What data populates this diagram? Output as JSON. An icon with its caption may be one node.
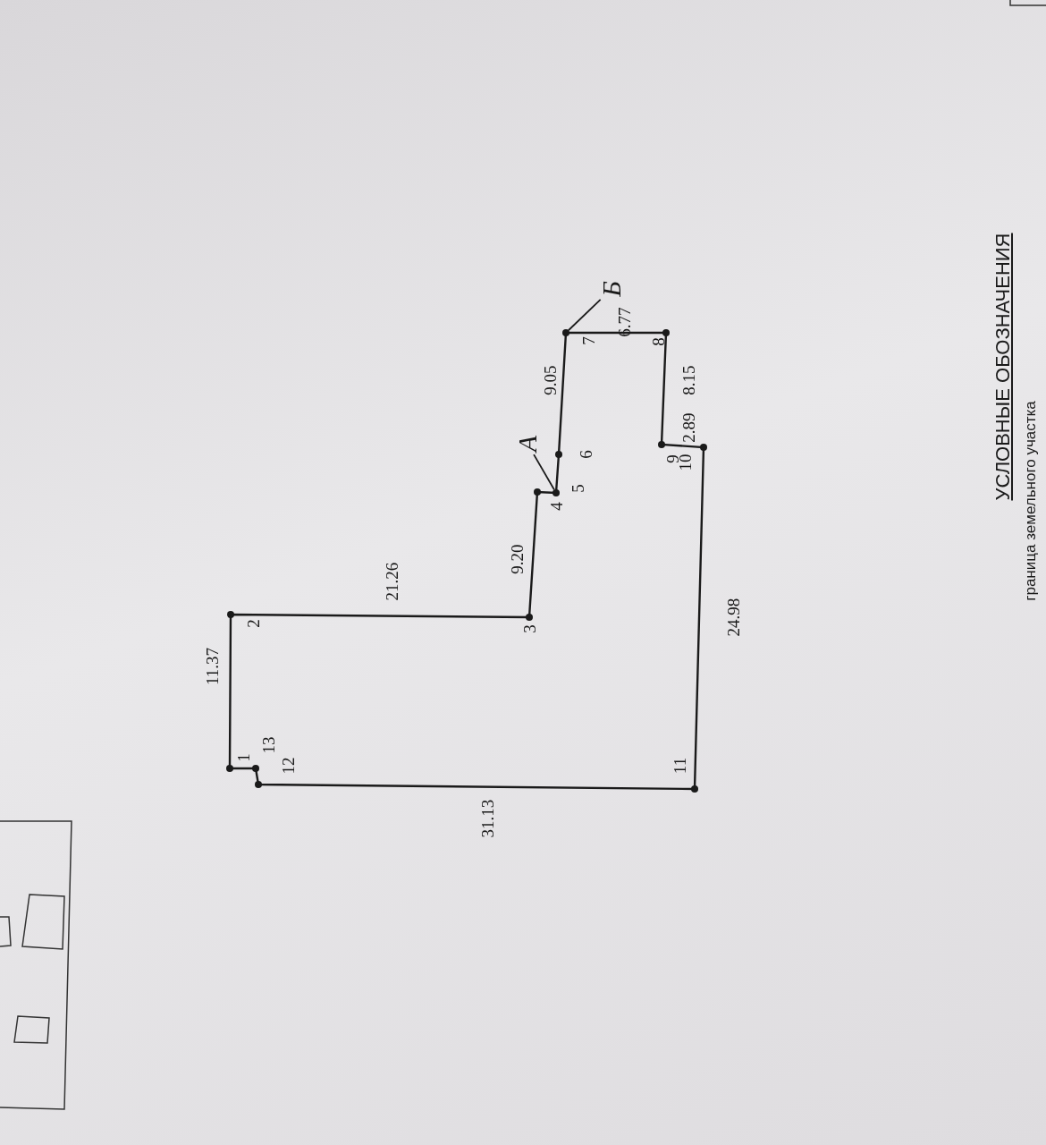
{
  "diagram": {
    "nodes": [
      {
        "text": [
          "А"
        ]
      },
      {
        "text": [
          "Б"
        ]
      },
      {
        "text": [],
        "shape": "circle"
      },
      {
        "text": [],
        "shape": "circle"
      }
    ],
    "edges": [
      {
        "from": 0,
        "to": 2,
        "arrow": "none"
      },
      {
        "from": 1,
        "to": 3,
        "arrow": "none"
      }
    ],
    "labels": [
      "11.37",
      "1",
      "13",
      "12",
      "2",
      "21.26",
      "31.13",
      "9.20",
      "3",
      "4",
      "5",
      "6",
      "9.05",
      "7",
      "6.77",
      "8",
      "8.15",
      "2.89",
      "9",
      "10",
      "24.98",
      "11",
      "УСЛОВНЫЕ ОБОЗНАЧЕНИЯ",
      "граница земельного участка"
    ]
  }
}
